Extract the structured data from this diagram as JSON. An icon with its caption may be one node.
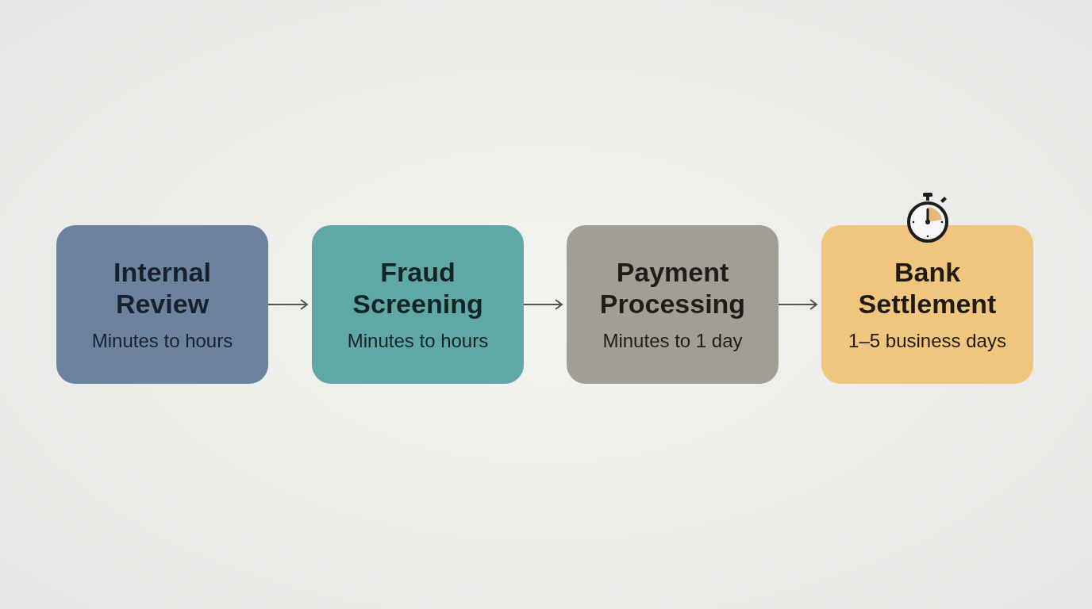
{
  "diagram": {
    "nodes": [
      {
        "text": [
          "Internal Review",
          "Minutes to hours"
        ]
      },
      {
        "text": [
          "Fraud Screening",
          "Minutes to hours"
        ]
      },
      {
        "text": [
          "Payment Processing",
          "Minutes to 1 day"
        ]
      },
      {
        "text": [
          "Bank Settlement",
          "1–5 business days"
        ]
      }
    ],
    "edges": [
      {
        "from": 0,
        "to": 1,
        "arrow": "to"
      },
      {
        "from": 1,
        "to": 2,
        "arrow": "to"
      },
      {
        "from": 2,
        "to": 3,
        "arrow": "to"
      }
    ]
  }
}
